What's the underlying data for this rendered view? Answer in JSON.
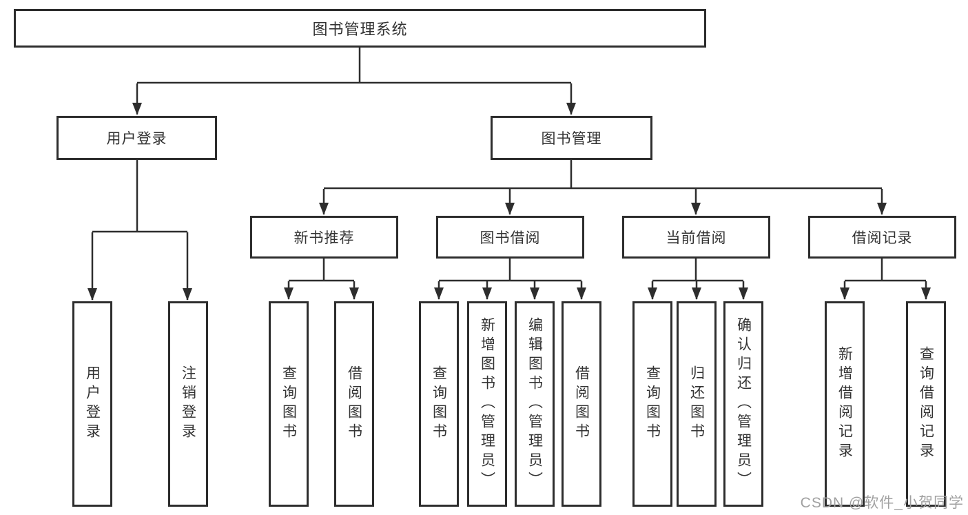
{
  "title": "图书管理系统",
  "tree": {
    "root": "图书管理系统",
    "user_login": "用户登录",
    "book_mgmt": "图书管理",
    "user_login_children": [
      "用户登录",
      "注销登录"
    ],
    "level3": [
      "新书推荐",
      "图书借阅",
      "当前借阅",
      "借阅记录"
    ],
    "new_book_children": [
      "查询图书",
      "借阅图书"
    ],
    "borrow_children": [
      "查询图书",
      "新增图书（管理员）",
      "编辑图书（管理员）",
      "借阅图书"
    ],
    "current_children": [
      "查询图书",
      "归还图书",
      "确认归还（管理员）"
    ],
    "record_children": [
      "新增借阅记录",
      "查询借阅记录"
    ]
  },
  "watermark": "CSDN @软件_小贺同学",
  "colors": {
    "line": "#2d2d2d",
    "border": "#2d2d2d",
    "text": "#333333",
    "watermark": "#a0a0a0",
    "background": "#ffffff"
  }
}
